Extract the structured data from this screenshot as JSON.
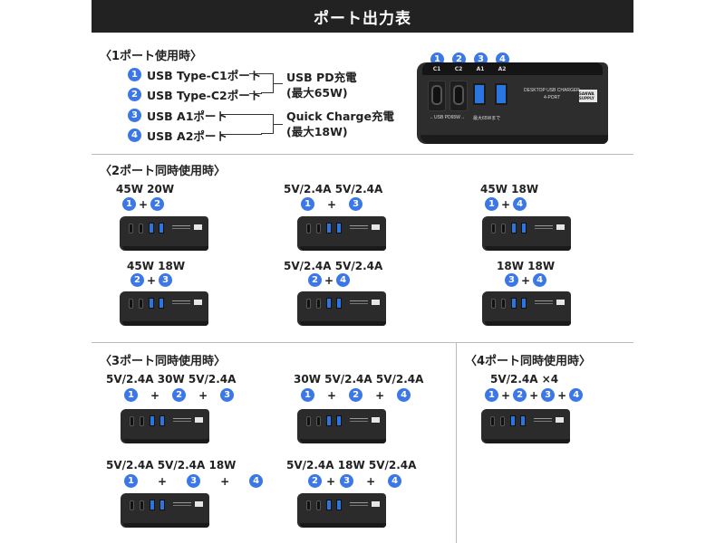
{
  "title": "ポート出力表",
  "sections": {
    "s1": "〈1ポート使用時〉",
    "s2": "〈2ポート同時使用時〉",
    "s3": "〈3ポート同時使用時〉",
    "s4": "〈4ポート同時使用時〉"
  },
  "ports": [
    {
      "num": "1",
      "label": "USB Type-C1ポート"
    },
    {
      "num": "2",
      "label": "USB Type-C2ポート"
    },
    {
      "num": "3",
      "label": "USB A1ポート"
    },
    {
      "num": "4",
      "label": "USB A2ポート"
    }
  ],
  "groups": {
    "pd_line1": "USB PD充電",
    "pd_line2": "(最大65W)",
    "qc_line1": "Quick Charge充電",
    "qc_line2": "(最大18W)"
  },
  "charger": {
    "port_names": [
      "C1",
      "C2",
      "A1",
      "A2"
    ],
    "pd_label": "←USB PD65W→",
    "a_label": "最大65Wまで",
    "model_line1": "DESKTOP USB CHARGER",
    "model_line2": "4-PORT",
    "brand": "SANWA SUPPLY"
  },
  "combos2": [
    {
      "watts": "45W  20W",
      "badges": [
        "1",
        "2"
      ]
    },
    {
      "watts": "5V/2.4A    5V/2.4A",
      "badges": [
        "1",
        "3"
      ]
    },
    {
      "watts": "45W  18W",
      "badges": [
        "1",
        "4"
      ]
    },
    {
      "watts": "45W  18W",
      "badges": [
        "2",
        "3"
      ]
    },
    {
      "watts": "5V/2.4A    5V/2.4A",
      "badges": [
        "2",
        "4"
      ]
    },
    {
      "watts": "18W  18W",
      "badges": [
        "3",
        "4"
      ]
    }
  ],
  "combos3": [
    {
      "watts": "5V/2.4A   30W   5V/2.4A",
      "badges": [
        "1",
        "2",
        "3"
      ]
    },
    {
      "watts": "30W   5V/2.4A   5V/2.4A",
      "badges": [
        "1",
        "2",
        "4"
      ]
    },
    {
      "watts": "5V/2.4A   5V/2.4A    18W",
      "badges": [
        "1",
        "3",
        "4"
      ]
    },
    {
      "watts": "5V/2.4A   18W   5V/2.4A",
      "badges": [
        "2",
        "3",
        "4"
      ]
    }
  ],
  "combos4": [
    {
      "watts": "5V/2.4A ×4",
      "badges": [
        "1",
        "2",
        "3",
        "4"
      ]
    }
  ],
  "plus_sign": "+",
  "colors": {
    "badge": "#3b77e6",
    "title_bg": "#222222",
    "usb_a": "#2a75e0"
  }
}
